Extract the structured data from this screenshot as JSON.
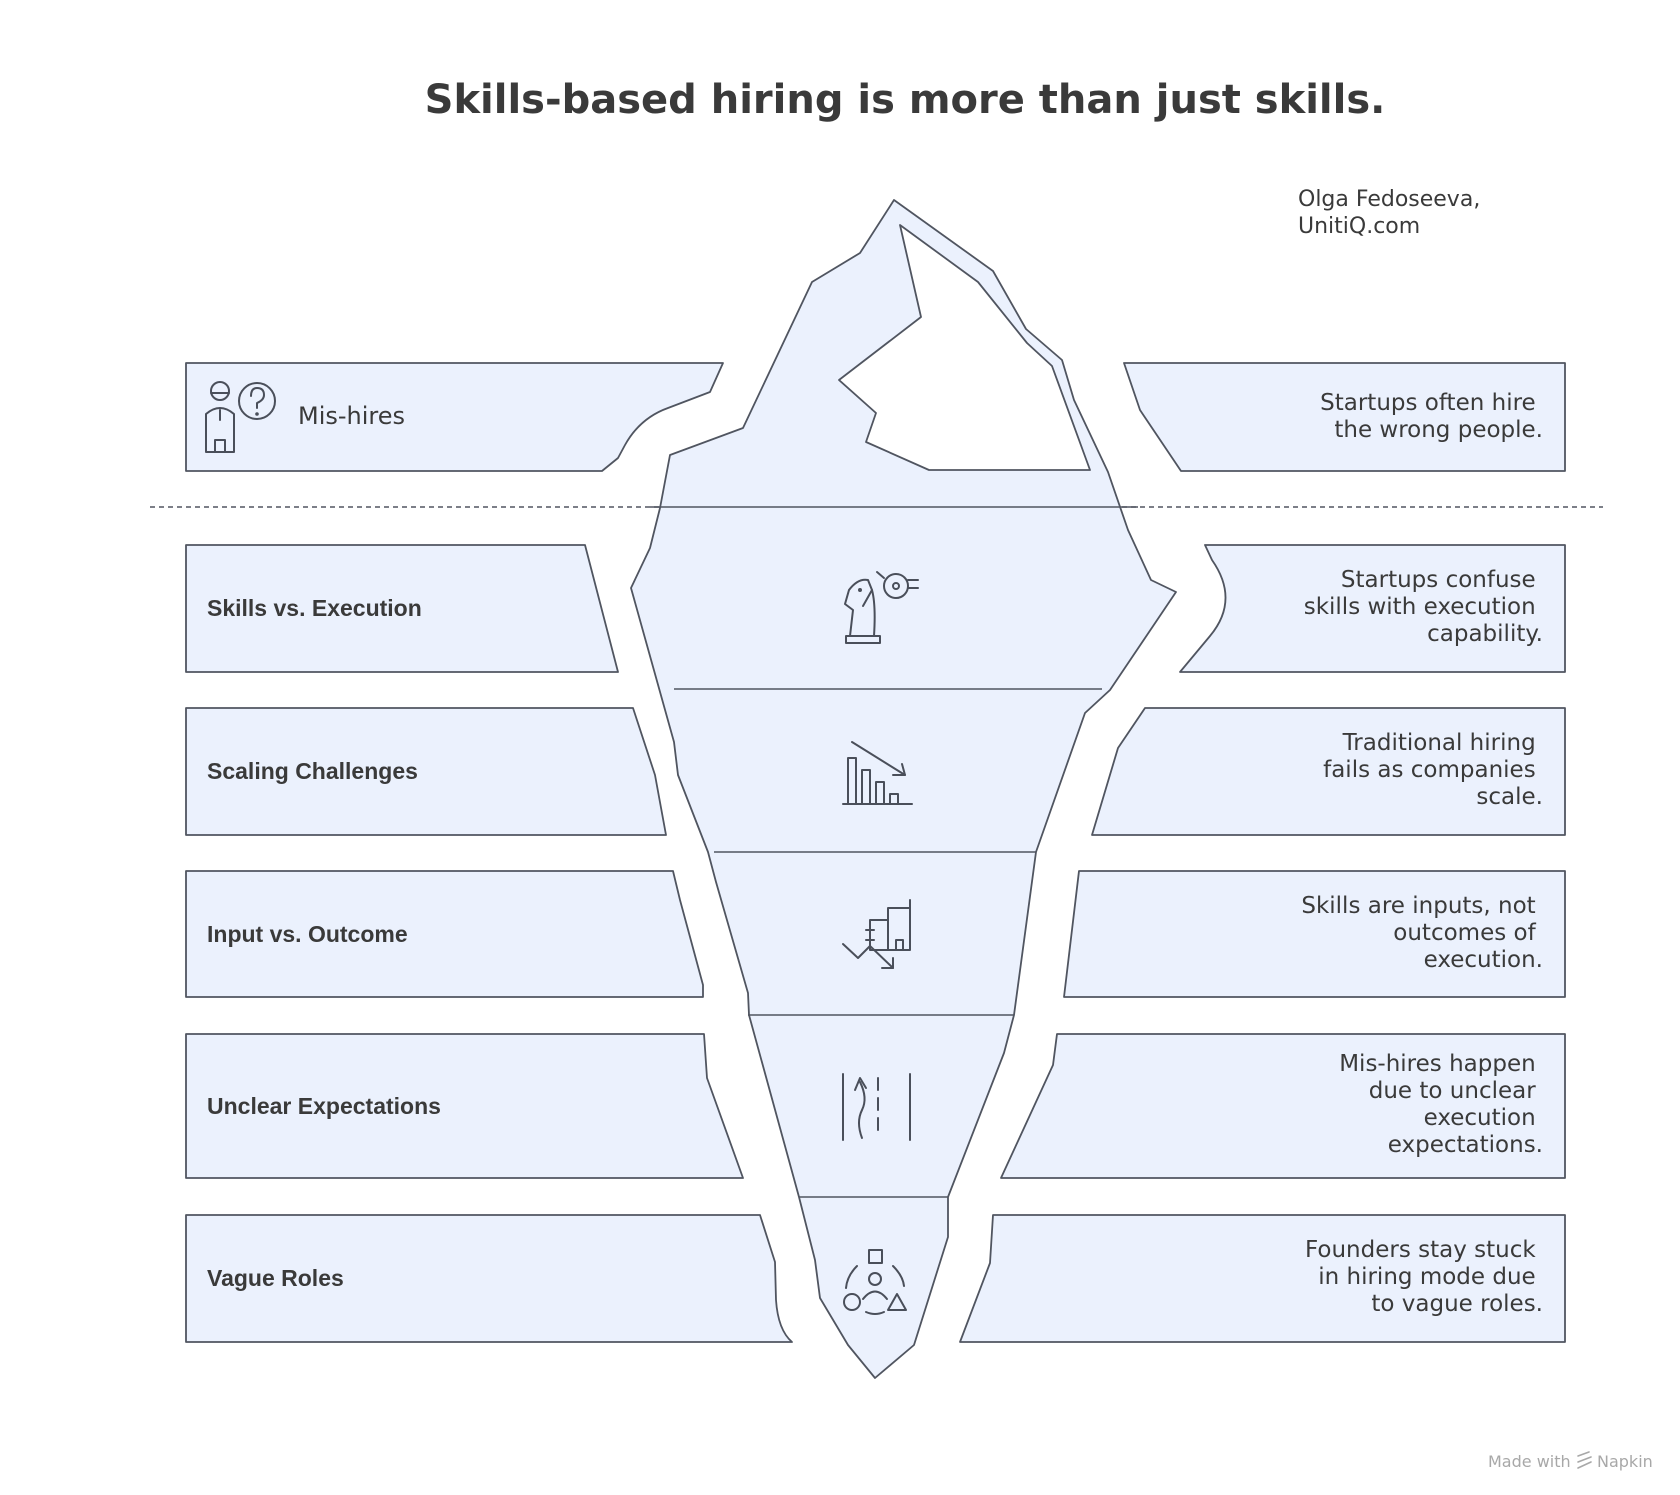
{
  "title": "Skills-based hiring is more than just skills.",
  "author": {
    "line1": "Olga Fedoseeva,",
    "line2": "UnitiQ.com"
  },
  "layers": [
    {
      "label": "Mis-hires",
      "icon": "mis-hire-person-question-icon",
      "description": [
        "Startups often hire",
        "the wrong people."
      ]
    },
    {
      "label": "Skills vs. Execution",
      "icon": "chess-knight-target-icon",
      "description": [
        "Startups confuse",
        "skills with execution",
        "capability."
      ]
    },
    {
      "label": "Scaling Challenges",
      "icon": "declining-bar-chart-icon",
      "description": [
        "Traditional hiring",
        "fails as companies",
        "scale."
      ]
    },
    {
      "label": "Input vs. Outcome",
      "icon": "buildings-downtrend-icon",
      "description": [
        "Skills are inputs, not",
        "outcomes of",
        "execution."
      ]
    },
    {
      "label": "Unclear Expectations",
      "icon": "winding-road-icon",
      "description": [
        "Mis-hires happen",
        "due to unclear",
        "execution",
        "expectations."
      ]
    },
    {
      "label": "Vague Roles",
      "icon": "roles-shapes-person-icon",
      "description": [
        "Founders stay stuck",
        "in hiring mode due",
        "to vague roles."
      ]
    }
  ],
  "footer": {
    "made_with": "Made with",
    "brand": "Napkin"
  },
  "colors": {
    "panel_fill": "#ebf1fd",
    "stroke": "#505560",
    "text": "#3a3a3a"
  }
}
